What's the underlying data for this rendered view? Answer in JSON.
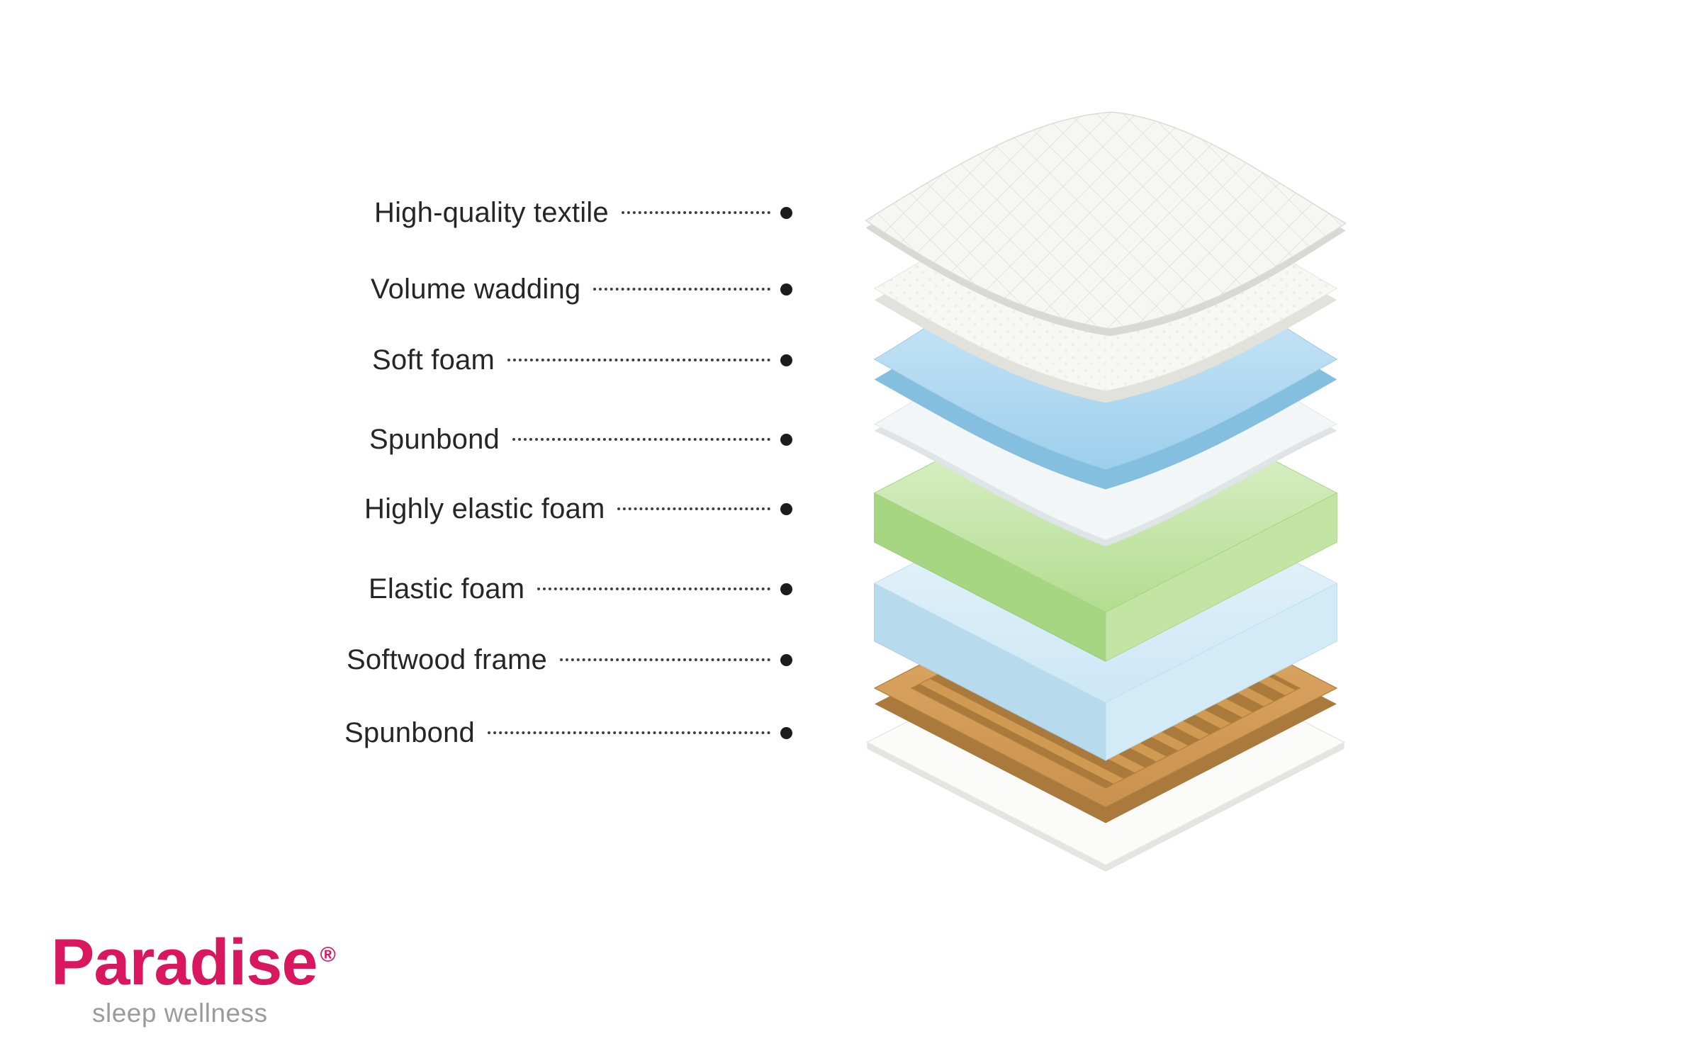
{
  "diagram": {
    "title_hint": "Exploded view of mattress layers",
    "layers": [
      {
        "label": "High-quality textile",
        "color": "#f6f6f3"
      },
      {
        "label": "Volume wadding",
        "color": "#f7f7f3"
      },
      {
        "label": "Soft foam",
        "color": "#a6d4ee"
      },
      {
        "label": "Spunbond",
        "color": "#f3f6f7"
      },
      {
        "label": "Highly elastic foam",
        "color": "#b2dd8f"
      },
      {
        "label": "Elastic foam",
        "color": "#cce7f6"
      },
      {
        "label": "Softwood frame",
        "color": "#d09a52"
      },
      {
        "label": "Spunbond",
        "color": "#fbfbfa"
      }
    ]
  },
  "logo": {
    "brand": "Paradise",
    "registered_mark": "®",
    "tagline": "sleep wellness"
  },
  "colors": {
    "brand_pink": "#d8175f",
    "tagline_gray": "#9b9b9b",
    "label_text": "#262626",
    "leader_line": "#3f3f3f",
    "wood": "#d09a52",
    "foam_green": "#b2dd8f",
    "foam_blue": "#9dcfec",
    "foam_light_blue": "#cce7f6"
  }
}
